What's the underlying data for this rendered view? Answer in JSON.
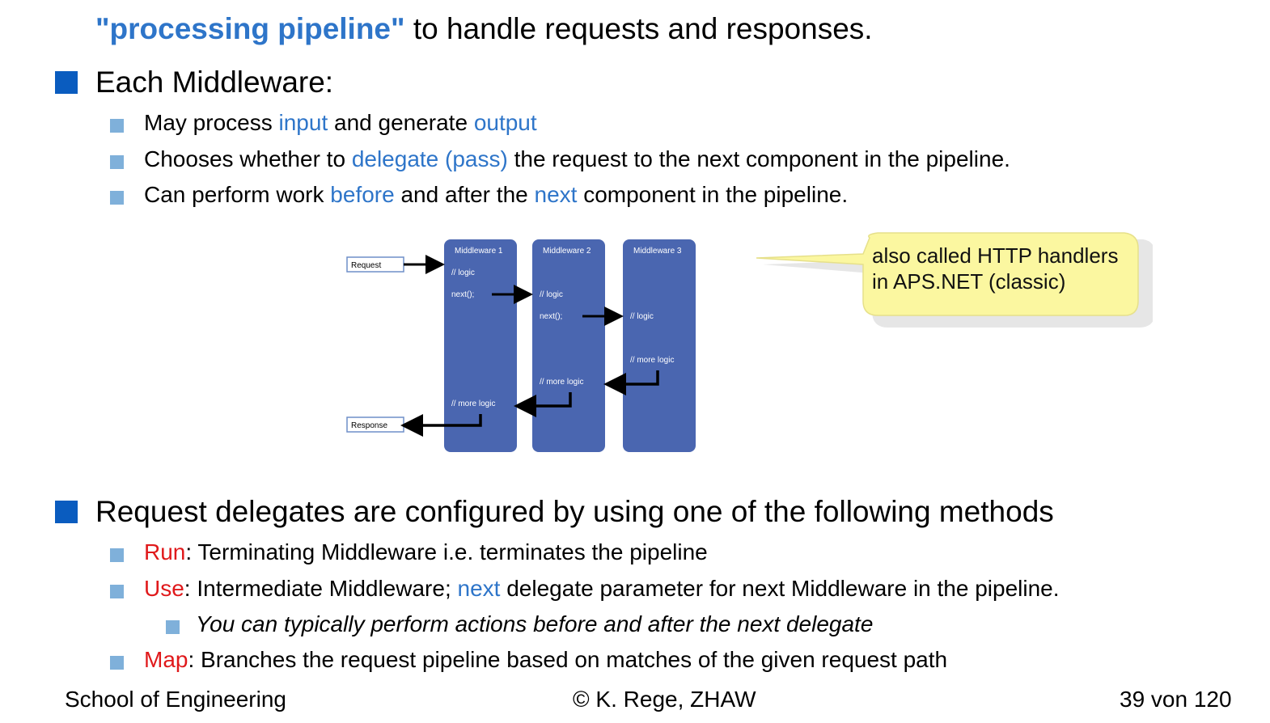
{
  "intro": {
    "highlight": "\"processing pipeline\"",
    "rest": " to handle requests and responses."
  },
  "section1": {
    "heading": "Each Middleware:",
    "items": [
      {
        "a": "May process ",
        "b": "input",
        "c": " and generate ",
        "d": "output"
      },
      {
        "a": "Chooses whether to ",
        "b": "delegate (pass)",
        "c": " the request to the next component in the pipeline."
      },
      {
        "a": "Can perform work ",
        "b": "before",
        "c": " and after the ",
        "d": "next",
        "e": " component in the pipeline."
      }
    ]
  },
  "diagram": {
    "request_label": "Request",
    "response_label": "Response",
    "mw1": {
      "title": "Middleware 1",
      "logic": "// logic",
      "next": "next();",
      "more": "// more logic"
    },
    "mw2": {
      "title": "Middleware 2",
      "logic": "// logic",
      "next": "next();",
      "more": "// more logic"
    },
    "mw3": {
      "title": "Middleware 3",
      "logic": "// logic",
      "more": "// more logic"
    },
    "colors": {
      "box": "#4a66b0",
      "arrow": "#000000"
    }
  },
  "callout": {
    "line1": "also called HTTP handlers",
    "line2": "in APS.NET (classic)",
    "fill": "#fbf7a0"
  },
  "section2": {
    "heading": "Request delegates are configured by using one of the following methods",
    "run": {
      "key": "Run",
      "text": ": Terminating Middleware i.e. terminates the pipeline"
    },
    "use": {
      "key": "Use",
      "a": ": Intermediate Middleware; ",
      "b": "next",
      "c": " delegate parameter for next Middleware in the pipeline."
    },
    "use_sub": "You can typically perform actions before and after the next delegate",
    "map": {
      "key": "Map",
      "text": ": Branches the request pipeline based on matches of the given request path"
    }
  },
  "footer": {
    "left": "School of Engineering",
    "center": "© K. Rege,  ZHAW",
    "right": "39 von 120"
  }
}
